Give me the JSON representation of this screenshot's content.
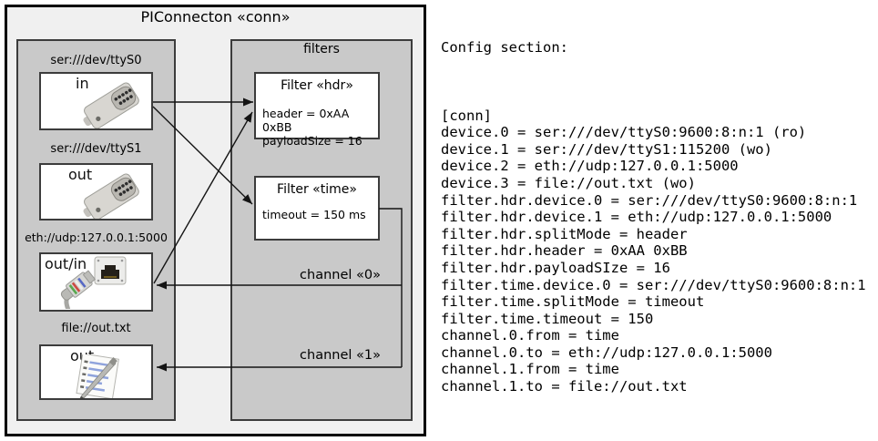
{
  "diagram": {
    "title": "PIConnecton «conn»",
    "devices_panel": {
      "devices": [
        {
          "url": "ser:///dev/ttyS0",
          "port": "in",
          "icon": "serial-connector-icon"
        },
        {
          "url": "ser:///dev/ttyS1",
          "port": "out",
          "icon": "serial-connector-icon"
        },
        {
          "url": "eth://udp:127.0.0.1:5000",
          "port": "out/in",
          "icon": "ethernet-connector-icon"
        },
        {
          "url": "file://out.txt",
          "port": "out",
          "icon": "notepad-icon"
        }
      ]
    },
    "filters_panel": {
      "title": "filters",
      "filters": [
        {
          "title": "Filter «hdr»",
          "attributes": [
            "header = 0xAA 0xBB",
            "payloadSize = 16"
          ]
        },
        {
          "title": "Filter «time»",
          "attributes": [
            "timeout = 150 ms"
          ]
        }
      ]
    },
    "channels": [
      {
        "label": "channel «0»"
      },
      {
        "label": "channel «1»"
      }
    ],
    "colors": {
      "outer_fill": "#f0f0f0",
      "panel_fill": "#c9c9c9",
      "box_fill": "#ffffff",
      "line_color": "#141414"
    }
  },
  "config": {
    "heading": "Config section:",
    "lines": [
      "[conn]",
      "device.0 = ser:///dev/ttyS0:9600:8:n:1 (ro)",
      "device.1 = ser:///dev/ttyS1:115200 (wo)",
      "device.2 = eth://udp:127.0.0.1:5000",
      "device.3 = file://out.txt (wo)",
      "filter.hdr.device.0 = ser:///dev/ttyS0:9600:8:n:1",
      "filter.hdr.device.1 = eth://udp:127.0.0.1:5000",
      "filter.hdr.splitMode = header",
      "filter.hdr.header = 0xAA 0xBB",
      "filter.hdr.payloadSIze = 16",
      "filter.time.device.0 = ser:///dev/ttyS0:9600:8:n:1",
      "filter.time.splitMode = timeout",
      "filter.time.timeout = 150",
      "channel.0.from = time",
      "channel.0.to = eth://udp:127.0.0.1:5000",
      "channel.1.from = time",
      "channel.1.to = file://out.txt"
    ]
  }
}
